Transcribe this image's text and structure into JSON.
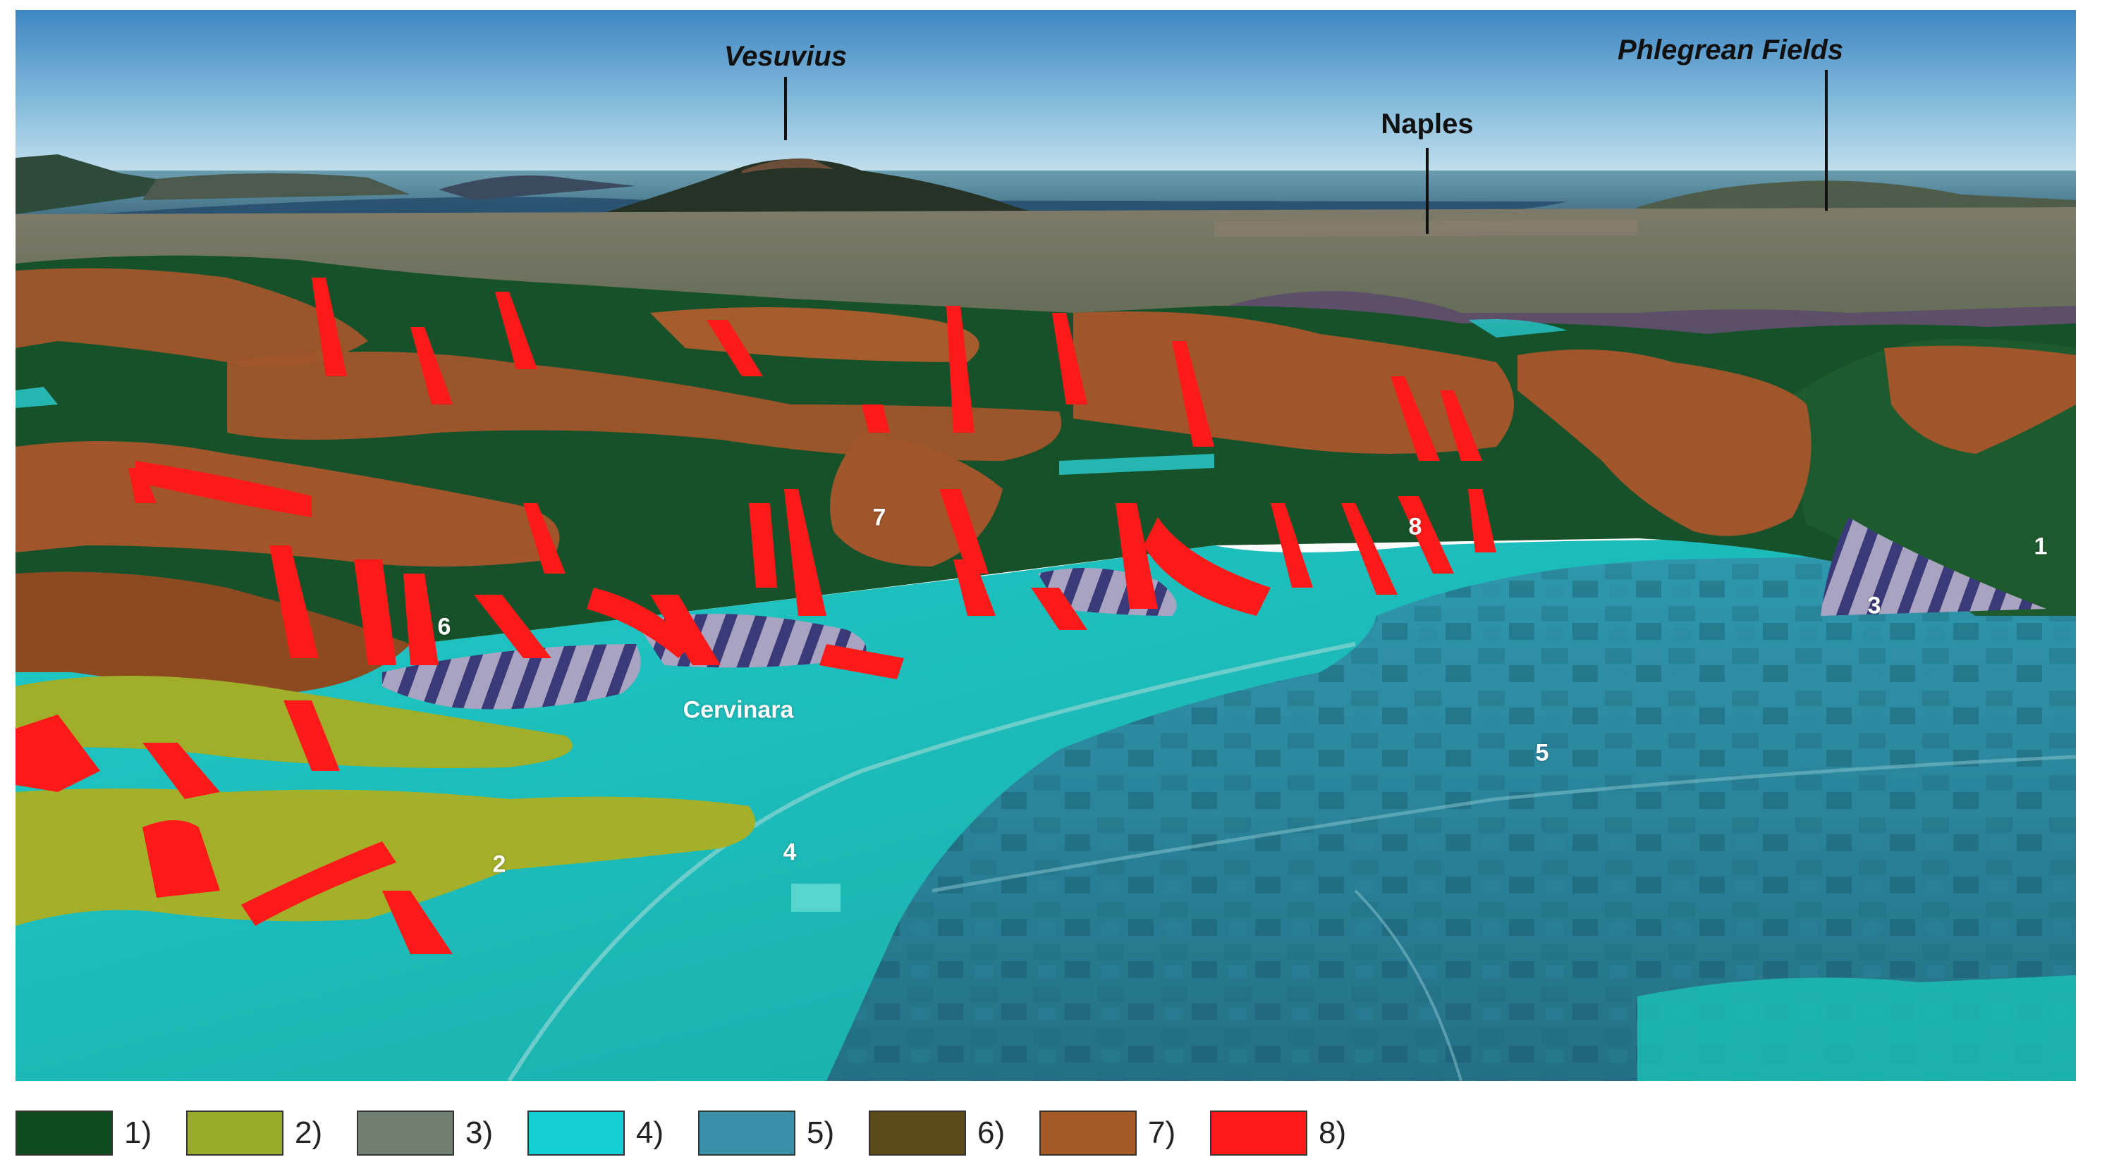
{
  "map": {
    "places": {
      "vesuvius": "Vesuvius",
      "naples": "Naples",
      "phlegrean": "Phlegrean Fields",
      "cervinara": "Cervinara"
    },
    "zones": [
      "1",
      "2",
      "3",
      "4",
      "5",
      "6",
      "7",
      "8"
    ]
  },
  "legend": {
    "items": [
      {
        "label": "1)",
        "color": "#0d4a1c"
      },
      {
        "label": "2)",
        "color": "#9aaa2a"
      },
      {
        "label": "3)",
        "color": "#6e7f6f"
      },
      {
        "label": "4)",
        "color": "#13d0d4"
      },
      {
        "label": "5)",
        "color": "#3a90a8"
      },
      {
        "label": "6)",
        "color": "#5c4a18"
      },
      {
        "label": "7)",
        "color": "#a45a24"
      },
      {
        "label": "8)",
        "color": "#ff1a1a"
      }
    ]
  }
}
